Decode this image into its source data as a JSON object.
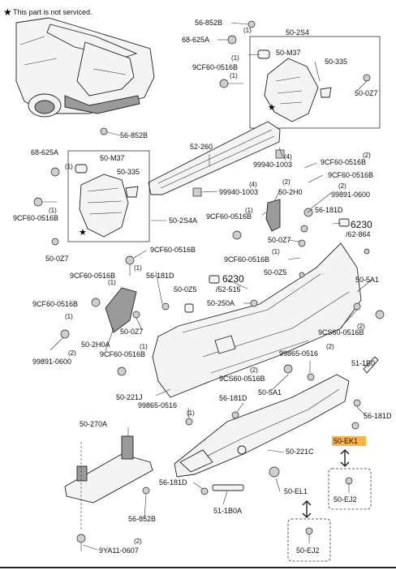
{
  "note": {
    "text": "This part is not serviced."
  },
  "labels": {
    "l01": "56-852B",
    "l02": "50-2S4",
    "l03": "68-625A",
    "l04": "(1)",
    "l05": "50-M37",
    "l06": "9CF60-0516B",
    "l07": "50-335",
    "l08": "50-0Z7",
    "l09": "56-852B",
    "l10": "52-260",
    "l11": "68-625A",
    "l12": "50-M37",
    "l13": "50-335",
    "l14": "(4)",
    "l15": "99940-1003",
    "l16": "(2)",
    "l17": "9CF60-0516B",
    "l18": "9CF60-0516B",
    "l19": "(4)",
    "l20": "99940-1003",
    "l21": "50-2H0",
    "l22": "99891-0600",
    "l23": "9CF60-0516B",
    "l24": "9CF60-0516B",
    "l25": "50-2S4A",
    "l26": "56-181D",
    "l27": "6230",
    "l28": "/62-864",
    "l29": "50-0Z7",
    "l30": "9CF60-0516B",
    "l31": "50-0Z7",
    "l32": "9CF60-0516B",
    "l33": "9CF60-0516B",
    "l34": "50-0Z5",
    "l35": "50-5A1",
    "l36": "56-181D",
    "l37": "6230",
    "l38": "/52-515",
    "l39": "50-0Z5",
    "l40": "9CF60-0516B",
    "l41": "50-250A",
    "l42": "50-0Z7",
    "l43": "9CS60-0516B",
    "l44": "50-2H0A",
    "l45": "99865-0516",
    "l46": "51-1B0",
    "l47": "99891-0600",
    "l48": "9CF60-0516B",
    "l49": "9CS60-0516B",
    "l50": "50-5A1",
    "l51": "50-221J",
    "l52": "99865-0516",
    "l53": "56-181D",
    "l54": "56-181D",
    "l55": "50-270A",
    "l56": "50-EK1",
    "l57": "50-221C",
    "l58": "56-181D",
    "l59": "50-EJ2",
    "l60": "50-EL1",
    "l61": "56-852B",
    "l62": "51-1B0A",
    "l63": "9YA11-0607",
    "l64": "50-EJ2",
    "q1": "(1)",
    "q2": "(1)",
    "q3": "(1)",
    "q4": "(1)",
    "q5": "(2)",
    "q6": "(1)",
    "q7": "(2)",
    "q8": "(1)",
    "q9": "(1)",
    "q10": "(1)",
    "q11": "(2)",
    "q12": "(1)",
    "q13": "(2)",
    "q14": "(2)",
    "q15": "(1)",
    "q16": "(2)",
    "q17": "(1)",
    "q18": "(2)"
  },
  "colors": {
    "highlight": "#ffb347",
    "line": "#222222"
  }
}
